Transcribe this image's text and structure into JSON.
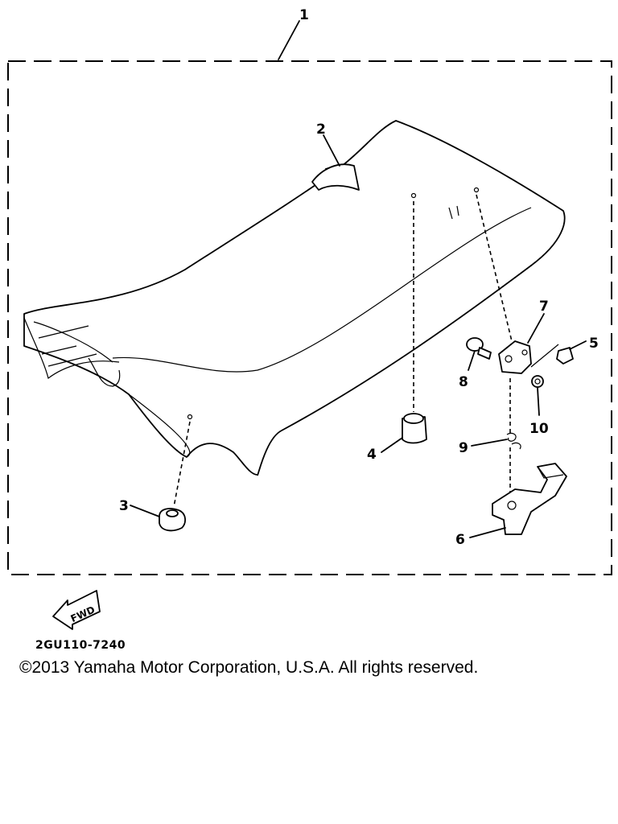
{
  "diagram": {
    "callouts": {
      "c1": "1",
      "c2": "2",
      "c3": "3",
      "c4": "4",
      "c5": "5",
      "c6": "6",
      "c7": "7",
      "c8": "8",
      "c9": "9",
      "c10": "10"
    },
    "fwd_label": "FWD"
  },
  "footer": {
    "part_code": "2GU110-7240",
    "copyright": "©2013 Yamaha Motor Corporation, U.S.A. All rights reserved."
  }
}
